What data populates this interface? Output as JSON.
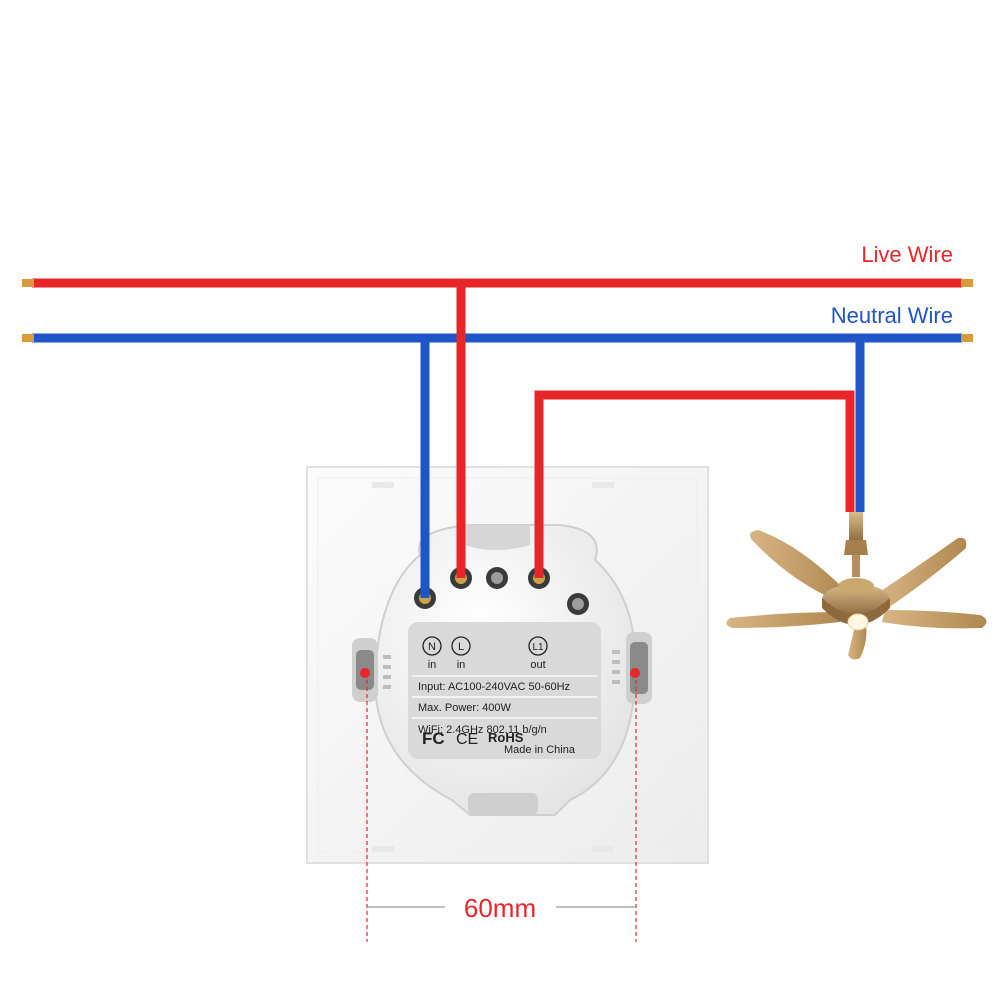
{
  "legend": {
    "live_label": "Live Wire",
    "neutral_label": "Neutral Wire",
    "live_color": "#e8262a",
    "neutral_color": "#1f55c8"
  },
  "terminals": [
    {
      "id": "N",
      "sub": "in"
    },
    {
      "id": "L",
      "sub": "in"
    },
    {
      "id": "L1",
      "sub": "out"
    }
  ],
  "specs": {
    "input": "Input: AC100-240VAC 50-60Hz",
    "power": "Max. Power: 400W",
    "wifi": "WiFi: 2.4GHz 802.11 b/g/n",
    "cert_fc": "FC",
    "cert_ce": "CE",
    "cert_rohs": "RoHS",
    "origin": "Made in China"
  },
  "dimension": {
    "label": "60mm",
    "color": "#e8262a"
  },
  "device": {
    "name": "ceiling-fan",
    "blade_color": "#c8a06a",
    "body_color": "#b8905a"
  }
}
